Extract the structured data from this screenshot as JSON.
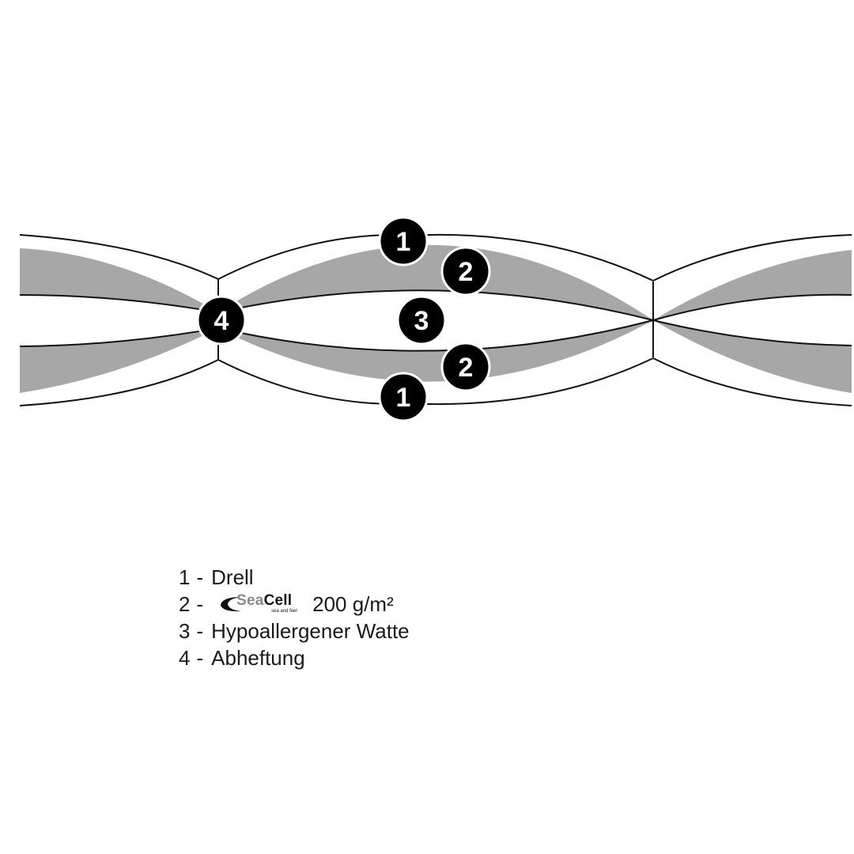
{
  "diagram": {
    "markers": {
      "top_cover": "1",
      "top_fill": "2",
      "core": "3",
      "quilting_point": "4",
      "bottom_fill": "2",
      "bottom_cover": "1"
    },
    "colors": {
      "fill_layer": "#a7a7a7",
      "outline": "#111111",
      "marker_bg": "#000000",
      "marker_text": "#ffffff",
      "background": "#ffffff"
    }
  },
  "legend": {
    "separator": "-",
    "items": [
      {
        "number": "1",
        "label": "Drell"
      },
      {
        "number": "2",
        "logo_sea": "Sea",
        "logo_cell": "Cell",
        "logo_tagline": "sea and feel",
        "label": "200 g/m²"
      },
      {
        "number": "3",
        "label": "Hypoallergener Watte"
      },
      {
        "number": "4",
        "label": "Abheftung"
      }
    ]
  }
}
